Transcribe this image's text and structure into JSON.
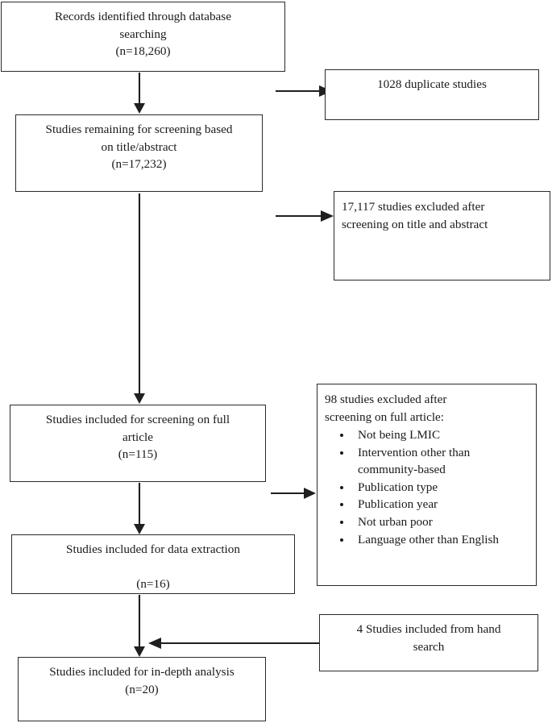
{
  "chart_data": {
    "type": "diagram",
    "title": "PRISMA study selection flow diagram",
    "nodes": [
      {
        "id": "records-identified",
        "text": "Records identified through database\nsearching\n(n=18,260)",
        "count": 18260,
        "align": "center"
      },
      {
        "id": "duplicate-studies",
        "text": "1028 duplicate studies",
        "count": 1028,
        "align": "center"
      },
      {
        "id": "studies-remaining-screening",
        "text": "Studies remaining for screening based\non title/abstract\n(n=17,232)",
        "count": 17232,
        "align": "center"
      },
      {
        "id": "excluded-title-abstract",
        "text": "17,117 studies excluded after\nscreening on title and abstract",
        "count": 17117,
        "align": "left"
      },
      {
        "id": "included-full-article",
        "text": "Studies included for screening on full\narticle\n(n=115)",
        "count": 115,
        "align": "center"
      },
      {
        "id": "excluded-full-article",
        "text": "98 studies excluded after\nscreening on full article:",
        "count": 98,
        "align": "left",
        "bullets": [
          "Not being LMIC",
          "Intervention other than community-based",
          "Publication type",
          "Publication year",
          "Not urban poor",
          "Language other than English"
        ]
      },
      {
        "id": "data-extraction",
        "text": "Studies included for data extraction\n\n(n=16)",
        "count": 16,
        "align": "center"
      },
      {
        "id": "hand-search",
        "text": "4 Studies included from hand\nsearch",
        "count": 4,
        "align": "center"
      },
      {
        "id": "in-depth-analysis",
        "text": "Studies included for in-depth analysis\n(n=20)",
        "count": 20,
        "align": "center"
      }
    ],
    "edges": [
      {
        "from": "records-identified",
        "to": "duplicate-studies",
        "direction": "right"
      },
      {
        "from": "records-identified",
        "to": "studies-remaining-screening",
        "direction": "down"
      },
      {
        "from": "studies-remaining-screening",
        "to": "excluded-title-abstract",
        "direction": "right"
      },
      {
        "from": "studies-remaining-screening",
        "to": "included-full-article",
        "direction": "down"
      },
      {
        "from": "included-full-article",
        "to": "excluded-full-article",
        "direction": "right"
      },
      {
        "from": "included-full-article",
        "to": "data-extraction",
        "direction": "down"
      },
      {
        "from": "data-extraction",
        "to": "in-depth-analysis",
        "direction": "down"
      },
      {
        "from": "hand-search",
        "to": "in-depth-analysis",
        "direction": "left"
      }
    ]
  },
  "boxes": {
    "records_identified": "Records identified through database\nsearching\n(n=18,260)",
    "duplicate_studies": "1028 duplicate studies",
    "studies_remaining": "Studies remaining for screening based\non title/abstract\n(n=17,232)",
    "excluded_title_abstract": "17,117 studies excluded after\nscreening on title and abstract",
    "included_full_article": "Studies included for screening on full\narticle\n(n=115)",
    "excluded_full_article_header": "98 studies excluded after\nscreening on full article:",
    "excluded_full_article_bullets": [
      "Not being LMIC",
      "Intervention other than community-based",
      "Publication type",
      "Publication year",
      "Not urban poor",
      "Language other than English"
    ],
    "data_extraction": "Studies included for data extraction\n\n(n=16)",
    "hand_search": "4 Studies included from hand\nsearch",
    "in_depth_analysis": "Studies included for in-depth analysis\n(n=20)"
  },
  "colors": {
    "border": "#2a2a2a",
    "text": "#1a1a1a",
    "arrow": "#1f1f1f",
    "background": "#ffffff"
  }
}
